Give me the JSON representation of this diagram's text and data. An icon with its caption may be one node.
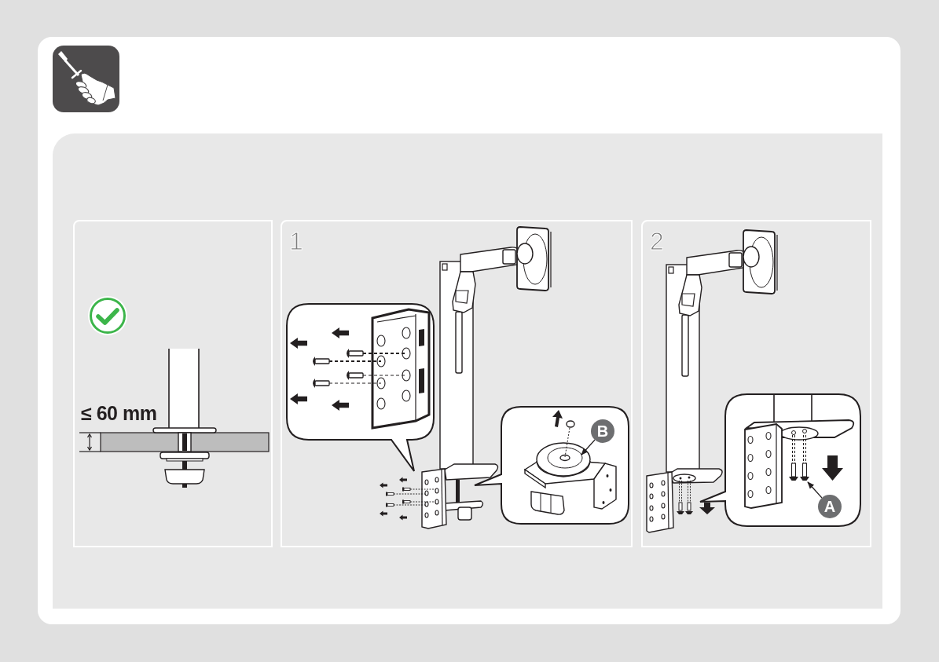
{
  "diagram": {
    "nodes": [
      {
        "text": [],
        "shape": "box"
      },
      {
        "text": [
          "1"
        ]
      },
      {
        "text": [
          "B"
        ],
        "in": 1
      },
      {
        "text": [
          "2"
        ]
      },
      {
        "text": [
          "A"
        ],
        "in": 3
      }
    ],
    "edges": [
      {
        "from": 2,
        "to": null,
        "arrow": "to"
      },
      {
        "from": 4,
        "to": null,
        "arrow": "to"
      }
    ],
    "labels": [
      "≤ 60 mm"
    ]
  }
}
